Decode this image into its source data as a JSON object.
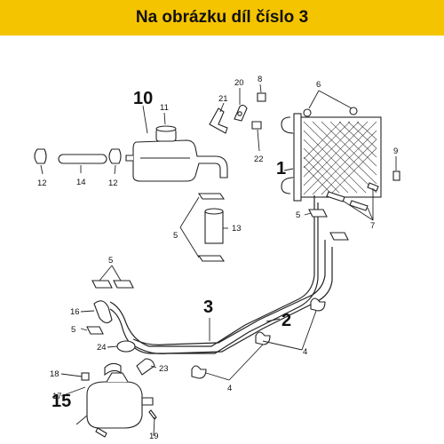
{
  "banner": {
    "title": "Na obrázku díl číslo 3"
  },
  "labels": {
    "n1": "1",
    "n2": "2",
    "n3": "3",
    "n4a": "4",
    "n4b": "4",
    "n5a": "5",
    "n5b": "5",
    "n5c": "5",
    "n5d": "5",
    "n6": "6",
    "n7": "7",
    "n8": "8",
    "n9": "9",
    "n10": "10",
    "n11": "11",
    "n12a": "12",
    "n12b": "12",
    "n13": "13",
    "n14": "14",
    "n15": "15",
    "n16": "16",
    "n17": "17",
    "n18": "18",
    "n19": "19",
    "n20": "20",
    "n21": "21",
    "n22": "22",
    "n23": "23",
    "n24": "24"
  }
}
